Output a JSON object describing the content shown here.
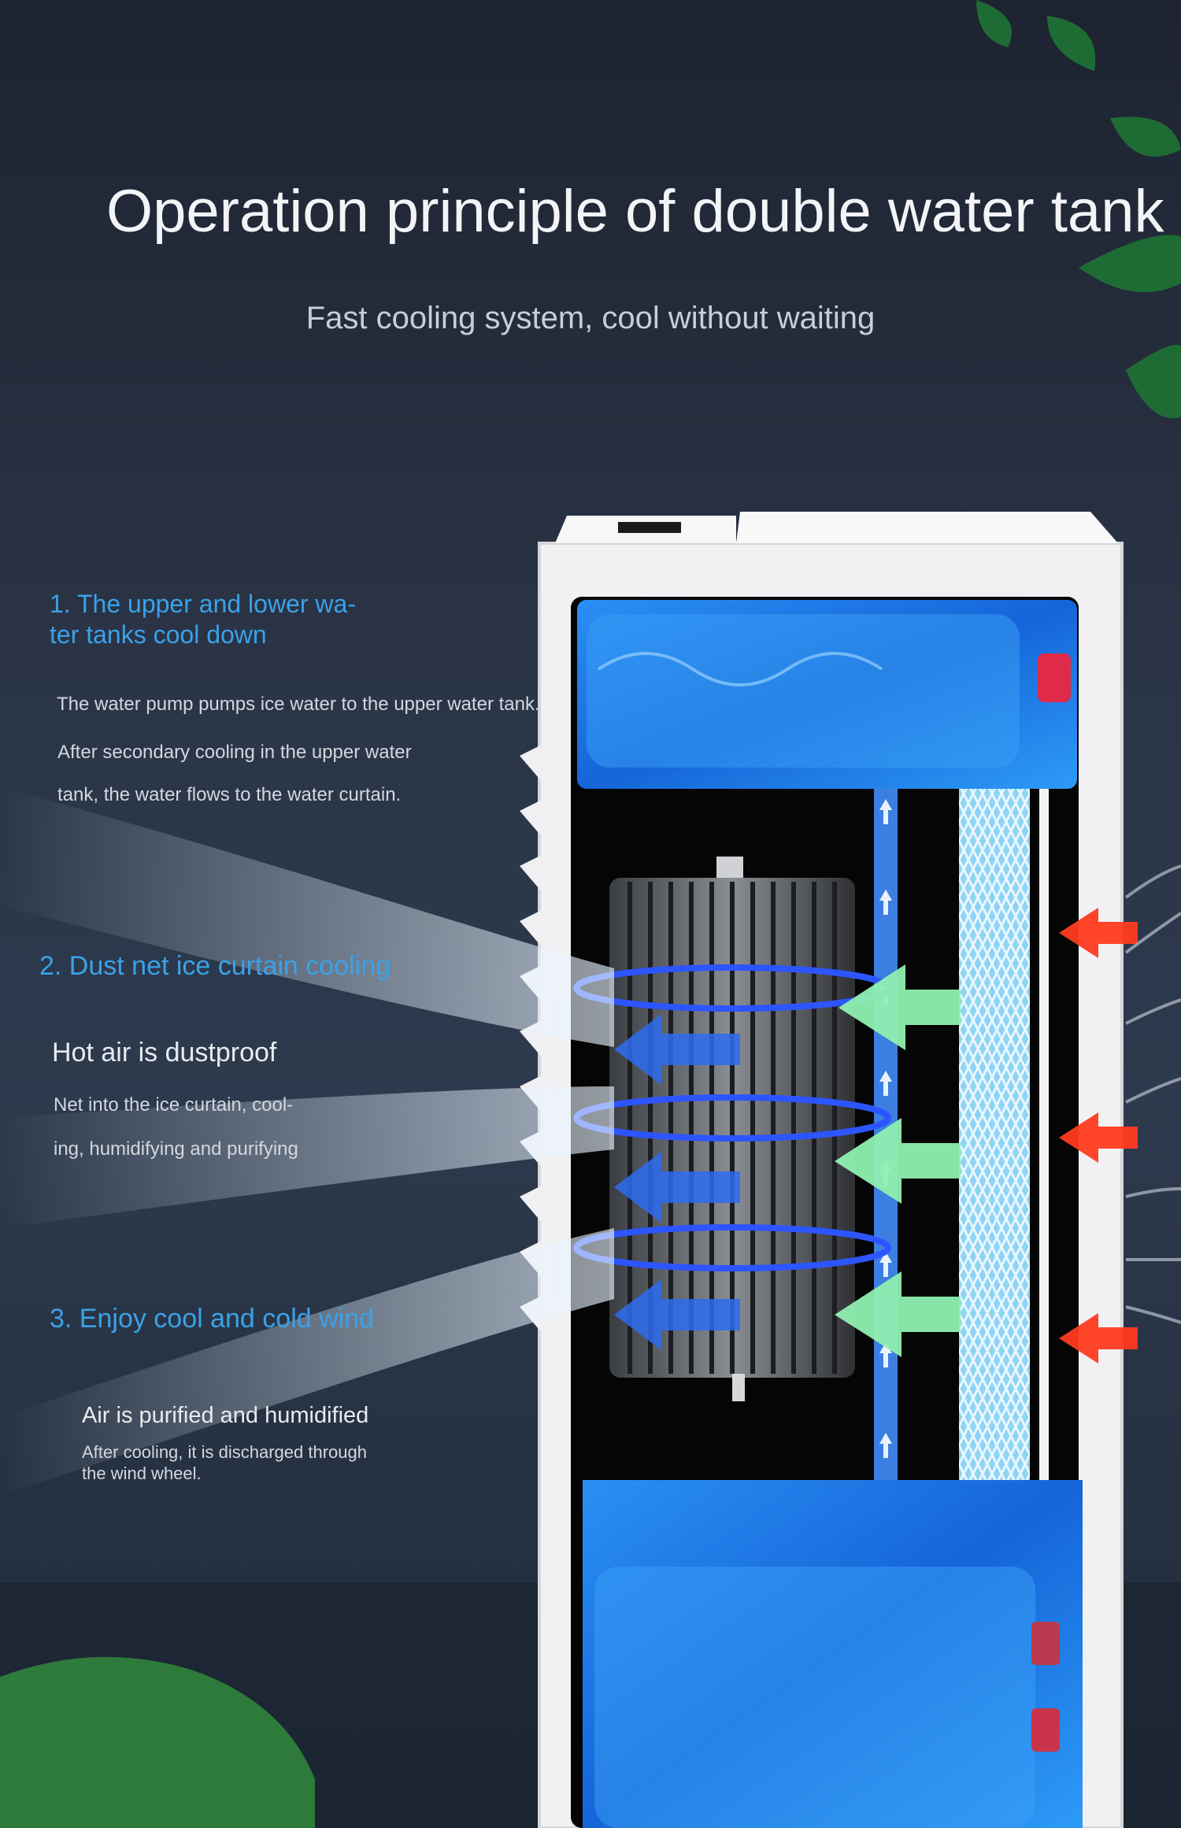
{
  "page": {
    "title": "Operation principle of double water tank",
    "subtitle": "Fast cooling system, cool without waiting"
  },
  "steps": [
    {
      "heading_line1": "1. The upper and lower wa-",
      "heading_line2": "ter tanks cool down",
      "text_line1": "The water pump pumps ice water to the upper water tank.",
      "text_line2": "After secondary cooling in the upper water",
      "text_line3": "tank, the water flows to the water curtain."
    },
    {
      "heading": "2. Dust net ice curtain cooling",
      "subheading": "Hot air is dustproof",
      "text_line1": "Net into the ice curtain, cool-",
      "text_line2": "ing, humidifying and purifying"
    },
    {
      "heading": "3. Enjoy cool and cold wind",
      "subheading": "Air is purified and humidified",
      "text_line1": "After cooling, it is discharged through",
      "text_line2": "the wind wheel."
    }
  ],
  "icons": [
    "leaf-icon",
    "tropical-leaf-icon",
    "hot-air-arrow-icon",
    "cool-air-arrow-icon",
    "water-flow-arrow-icon",
    "fan-wheel-icon"
  ],
  "colors": {
    "background": "#2a3446",
    "accent_blue": "#3aa2e8",
    "water_blue": "#1f7de8",
    "hot_air": "#ff3a1f",
    "cool_air": "#8ff0b0",
    "leaf_green": "#1f6b34"
  }
}
